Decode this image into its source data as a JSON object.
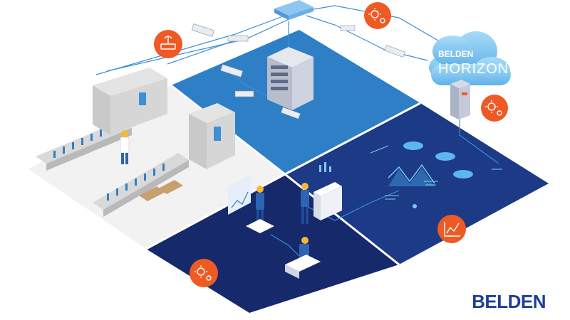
{
  "brand": {
    "name": "BELDEN",
    "color": "#1c3f94"
  },
  "cloud": {
    "line1": "BELDEN",
    "line2": "HORIZON"
  },
  "colors": {
    "accent_orange": "#ef5a24",
    "tile_light_blue": "#2f7fc6",
    "tile_dark_navy": "#15296b",
    "tile_mid_navy": "#1c3a86",
    "floor_white": "#f3f3f3",
    "cloud_blue": "#7cc4f2"
  },
  "badges": [
    {
      "icon": "gear-icon"
    },
    {
      "icon": "router-icon"
    },
    {
      "icon": "gear-icon"
    },
    {
      "icon": "chart-icon"
    },
    {
      "icon": "gear-icon"
    }
  ]
}
